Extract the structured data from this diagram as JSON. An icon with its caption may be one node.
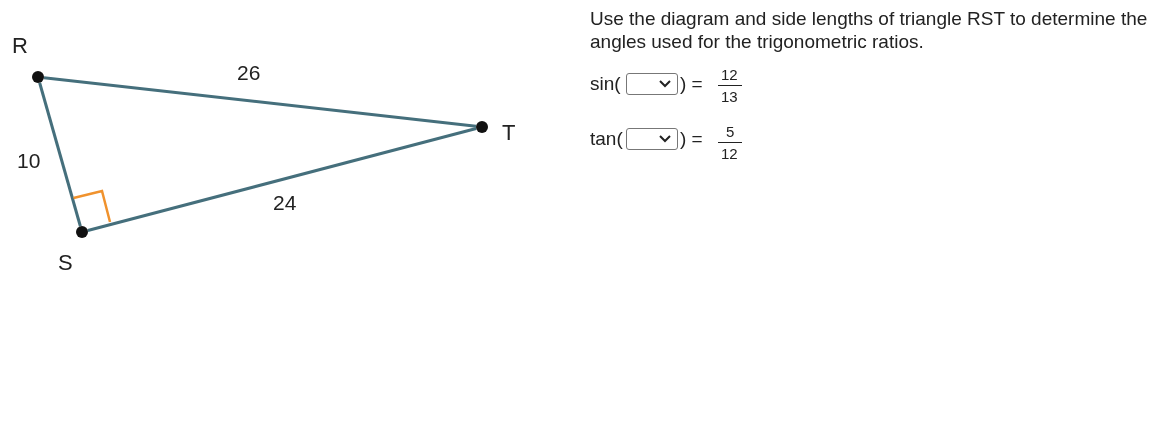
{
  "diagram": {
    "nodes": [
      {
        "text": [],
        "shape": "circle",
        "beside": [
          "R"
        ]
      },
      {
        "text": [],
        "shape": "circle",
        "beside": [
          "S"
        ]
      },
      {
        "text": [],
        "shape": "circle",
        "beside": [
          "T"
        ]
      }
    ],
    "edges": [
      {
        "from": 0,
        "to": 2,
        "arrow": "none",
        "label": "26"
      },
      {
        "from": 0,
        "to": 1,
        "arrow": "none",
        "label": "10"
      },
      {
        "from": 1,
        "to": 2,
        "arrow": "none",
        "label": "24"
      }
    ],
    "labels": [
      "Use the diagram and side lengths of triangle RST to determine the angles used for the trigonometric ratios.",
      "sin(",
      ") =",
      "12",
      "13",
      "tan(",
      ") =",
      "5",
      "12"
    ]
  }
}
